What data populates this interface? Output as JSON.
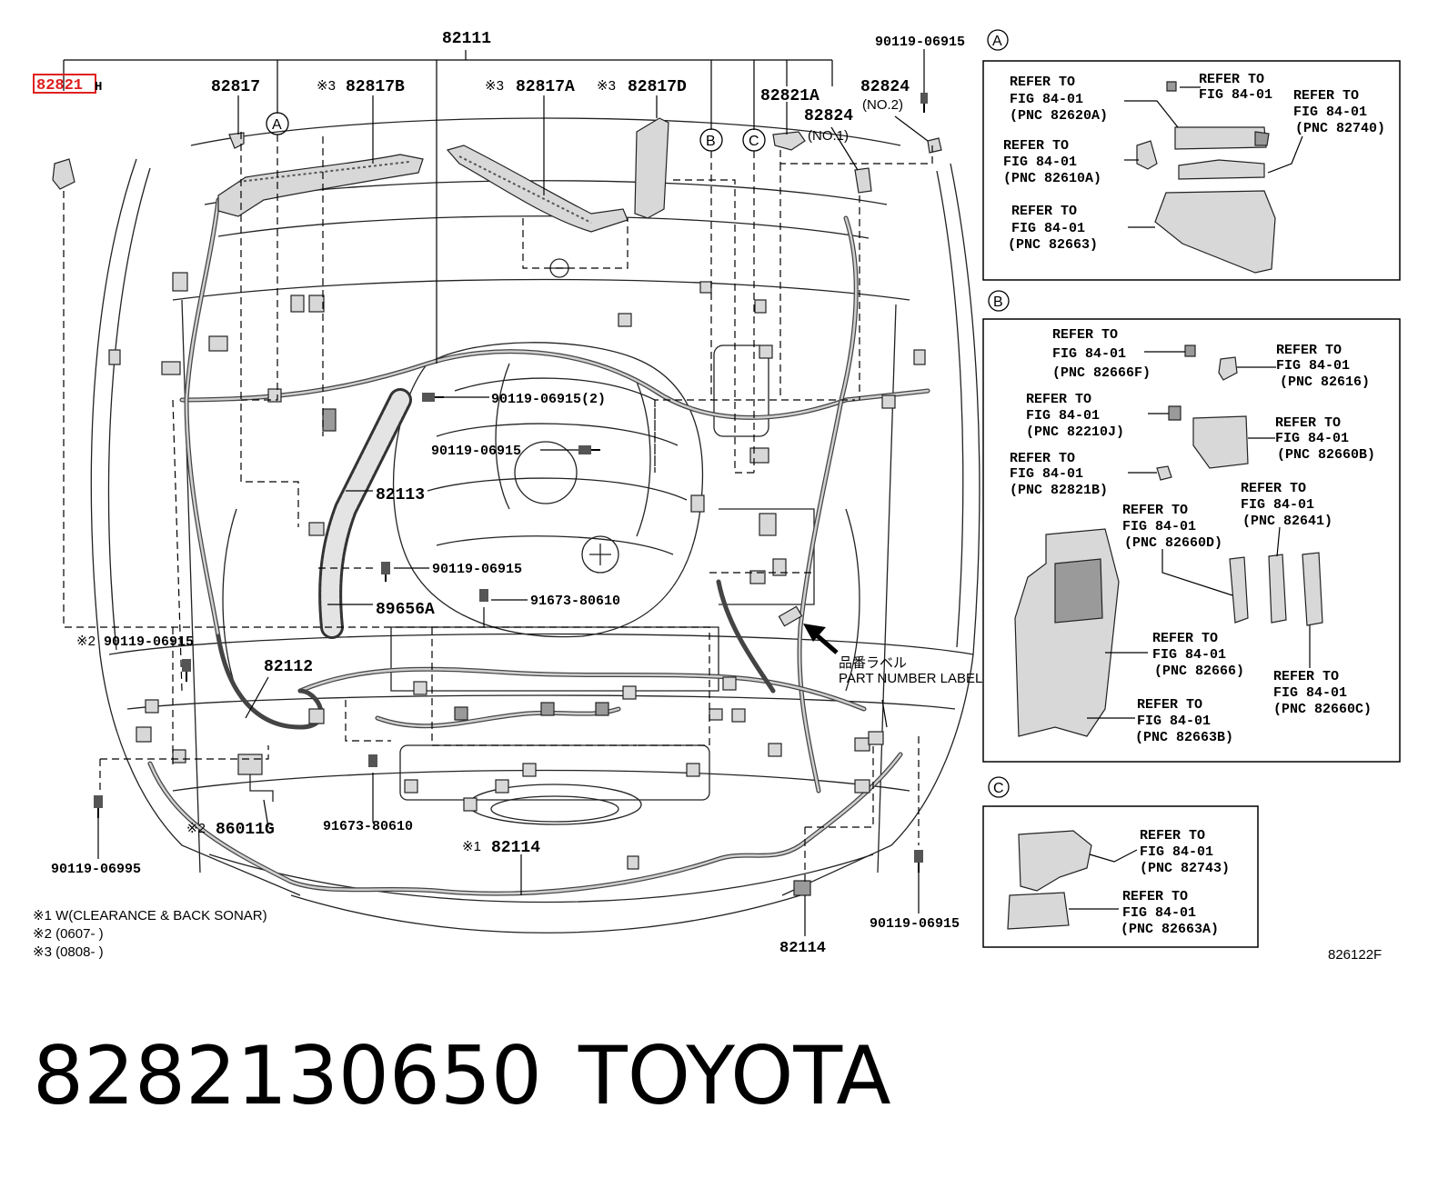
{
  "diagram": {
    "labels": {
      "main_harness": "82111",
      "highlighted_part": "82821",
      "highlighted_suffix": "H",
      "clamp_82817": "82817",
      "clamp_82817b": "82817B",
      "clamp_82817a": "82817A",
      "clamp_82817d": "82817D",
      "note3_mark": "※3",
      "note2_mark": "※2",
      "note1_mark": "※1",
      "part_82821a": "82821A",
      "part_82824": "82824",
      "part_82824_no2": "82824",
      "no2": "(NO.2)",
      "no1": "(NO.1)",
      "bolt_top": "90119-06915",
      "bolt_2": "90119-06915(2)",
      "bolt_mid": "90119-06915",
      "bolt_low": "90119-06915",
      "bolt_left_note": "90119-06915",
      "bolt_bottom_left": "90119-06995",
      "bolt_bottom_right": "90119-06915",
      "harness_82113": "82113",
      "part_89656a": "89656A",
      "bolt_91673_a": "91673-80610",
      "bolt_91673_b": "91673-80610",
      "harness_82112": "82112",
      "sensor_86011g": "86011G",
      "harness_82114_a": "82114",
      "harness_82114_b": "82114",
      "part_number_label_jp": "品番ラベル",
      "part_number_label_en": "PART NUMBER LABEL",
      "figure_code": "826122F"
    },
    "callouts": {
      "a": "A",
      "b": "B",
      "c": "C"
    },
    "notes": [
      "※1 W(CLEARANCE &  BACK SONAR)",
      "※2 (0607-          )",
      "※3 (0808-          )"
    ],
    "refer_to": "REFER TO",
    "fig": "FIG 84-01",
    "panel_a": [
      "(PNC 82620A)",
      "(PNC 82740)",
      "(PNC 82610A)",
      "(PNC 82663)"
    ],
    "panel_b": [
      "(PNC 82666F)",
      "(PNC 82616)",
      "(PNC 82210J)",
      "(PNC 82660B)",
      "(PNC 82821B)",
      "(PNC 82641)",
      "(PNC 82660D)",
      "(PNC 82666)",
      "(PNC 82660C)",
      "(PNC 82663B)"
    ],
    "panel_c": [
      "(PNC 82743)",
      "(PNC 82663A)"
    ]
  },
  "caption": {
    "part_number": "8282130650",
    "brand": "TOYOTA"
  },
  "colors": {
    "highlight": "#e02020",
    "ink": "#000000"
  }
}
